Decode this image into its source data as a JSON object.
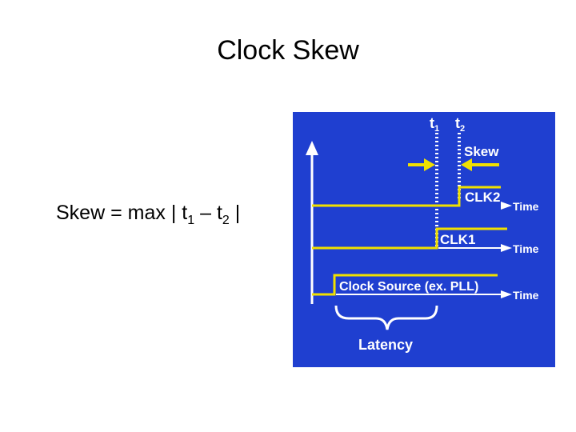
{
  "slide": {
    "title": "Clock Skew"
  },
  "formula": {
    "lhs": "Skew = max ",
    "bar": "|",
    "t": "t",
    "sub1": "1",
    "minus": "–",
    "sub2": "2"
  },
  "diagram": {
    "colors": {
      "background": "#1f3fd0",
      "signal": "#f0e000",
      "arrow": "#ffffff",
      "text": "#ffffff"
    },
    "t_label": "t",
    "t1_sub": "1",
    "t2_sub": "2",
    "skew_label": "Skew",
    "clk2_label": "CLK2",
    "clk1_label": "CLK1",
    "source_label": "Clock Source (ex. PLL)",
    "time_label": "Time",
    "latency_label": "Latency"
  }
}
